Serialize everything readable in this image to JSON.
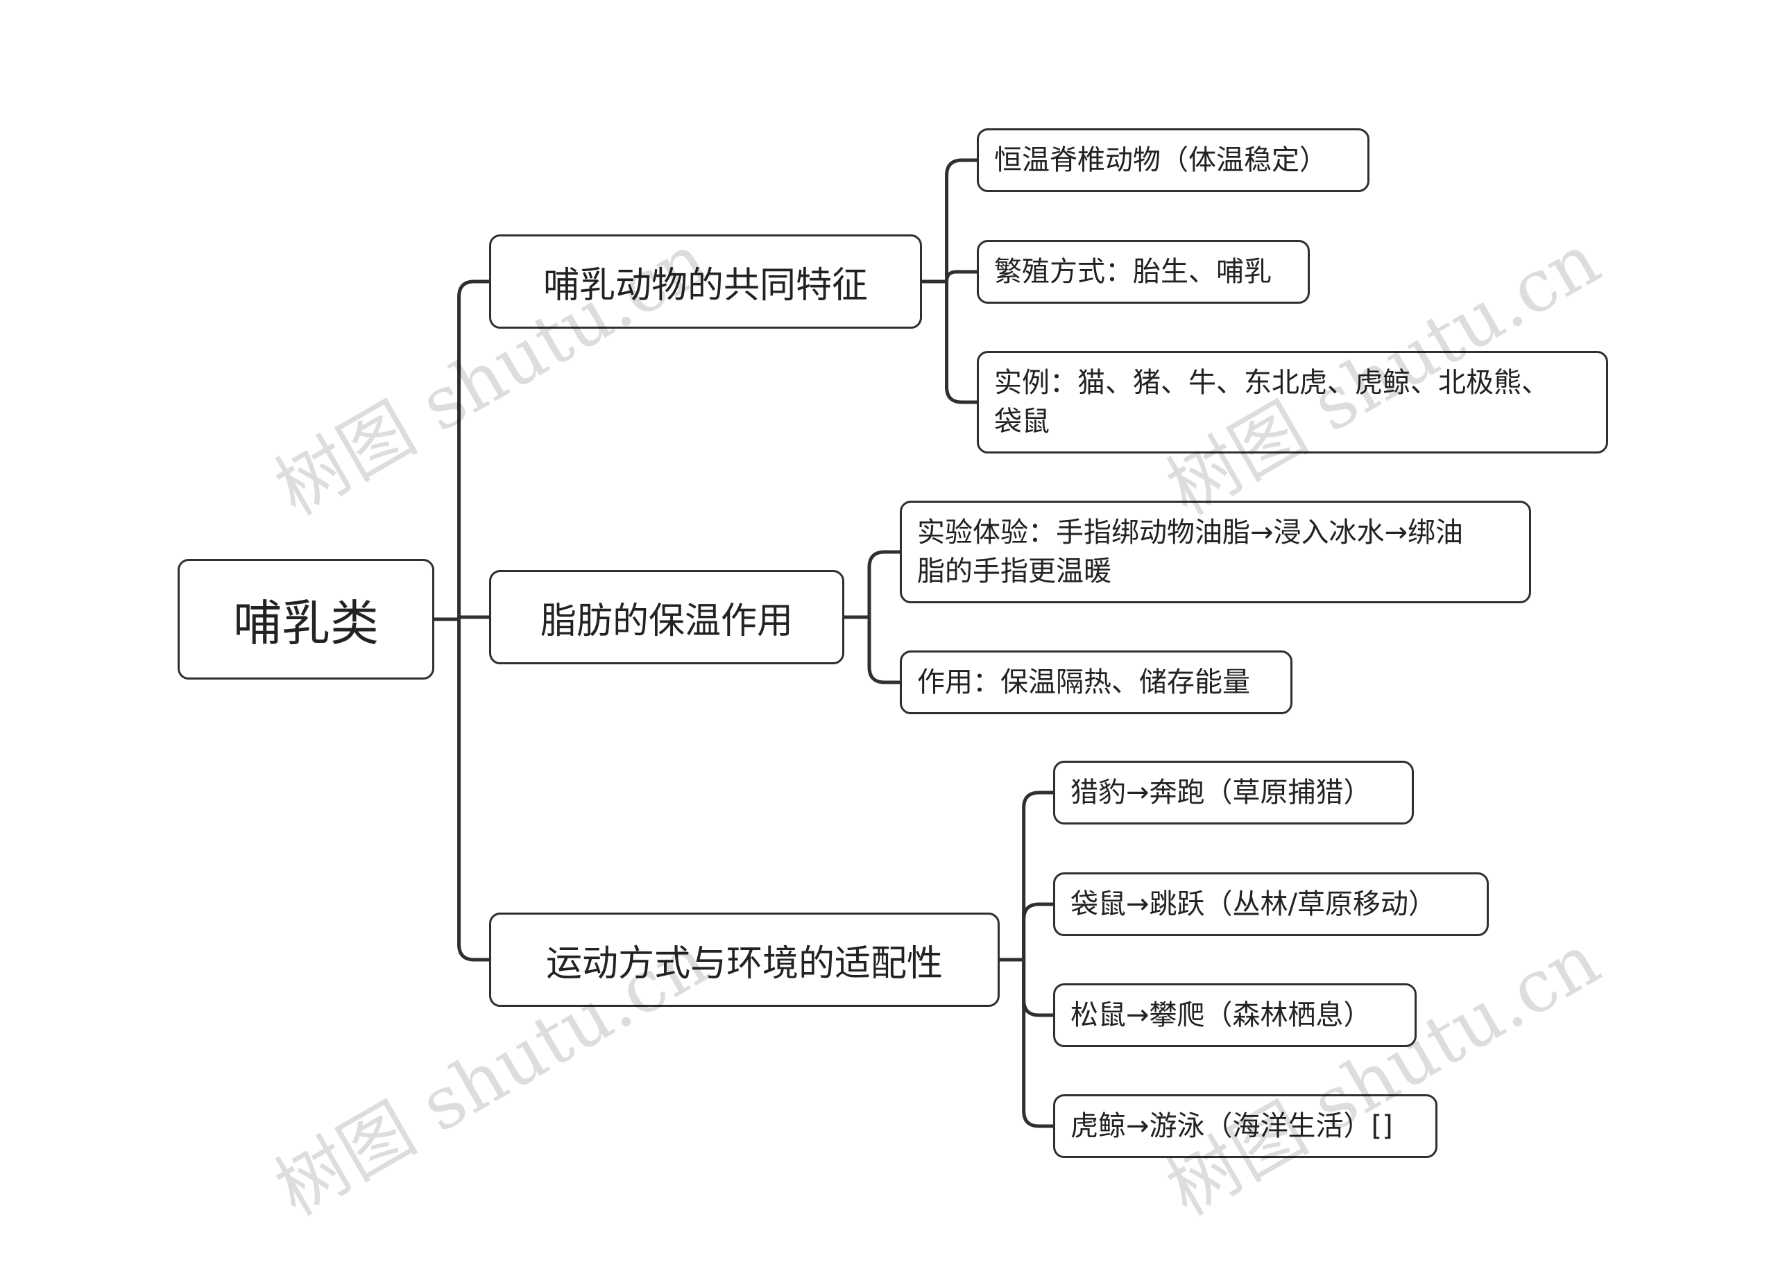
{
  "mindmap": {
    "root": "哺乳类",
    "branches": [
      {
        "label": "哺乳动物的共同特征",
        "children": [
          "恒温脊椎动物（体温稳定）",
          "繁殖方式：胎生、哺乳",
          [
            "实例：猫、猪、牛、东北虎、虎鲸、北极熊、",
            "袋鼠"
          ]
        ]
      },
      {
        "label": "脂肪的保温作用",
        "children": [
          [
            "实验体验：手指绑动物油脂→浸入冰水→绑油",
            "脂的手指更温暖"
          ],
          "作用：保温隔热、储存能量"
        ]
      },
      {
        "label": "运动方式与环境的适配性",
        "children": [
          "猎豹→奔跑（草原捕猎）",
          "袋鼠→跳跃（丛林/草原移动）",
          "松鼠→攀爬（森林栖息）",
          "虎鲸→游泳（海洋生活）[]"
        ]
      }
    ]
  },
  "watermark": "树图 shutu.cn",
  "colors": {
    "line": "#2f2f2f",
    "text": "#222222",
    "background": "#ffffff"
  }
}
